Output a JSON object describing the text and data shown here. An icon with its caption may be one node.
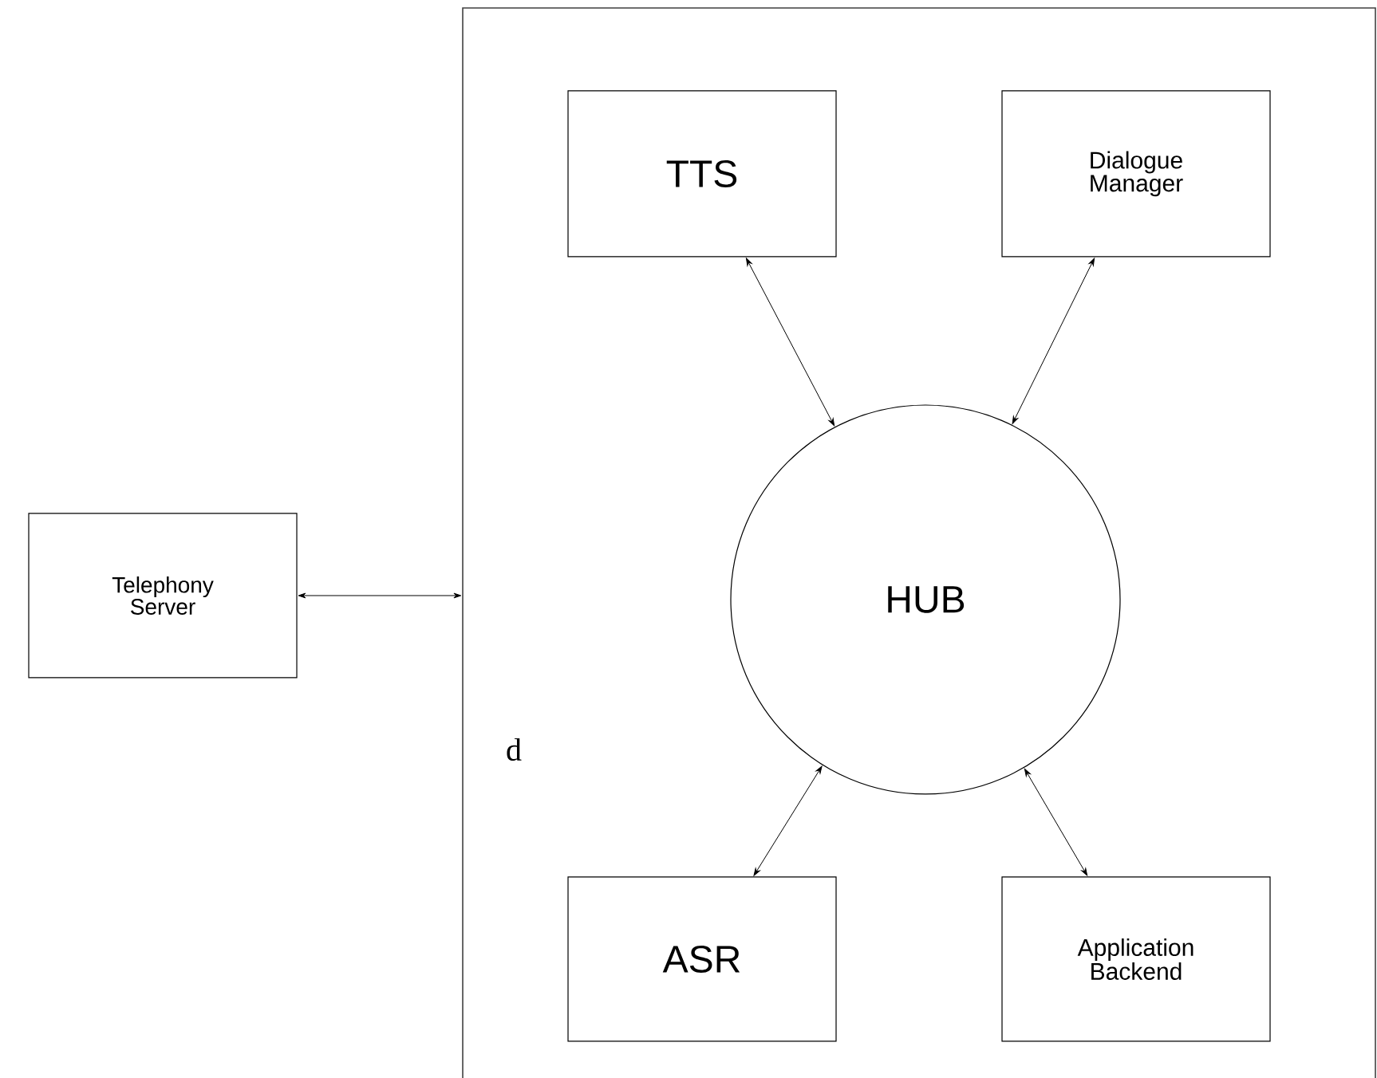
{
  "diagram": {
    "nodes": [
      {
        "text": [],
        "shape": "box"
      },
      {
        "text": [
          "TTS"
        ],
        "in": 0
      },
      {
        "text": [
          "Dialogue Manager"
        ],
        "in": 0
      },
      {
        "text": [
          "Telephony Server"
        ]
      },
      {
        "text": [
          "HUB"
        ],
        "in": 0
      },
      {
        "text": [
          "ASR"
        ],
        "in": 0
      },
      {
        "text": [
          "Application Backend"
        ],
        "in": 0
      }
    ],
    "edges": [
      {
        "from": 3,
        "to": 0,
        "arrow": "both"
      },
      {
        "from": 1,
        "to": 4,
        "arrow": "both"
      },
      {
        "from": 2,
        "to": 4,
        "arrow": "both"
      },
      {
        "from": 4,
        "to": 5,
        "arrow": "both"
      },
      {
        "from": 4,
        "to": 6,
        "arrow": "both"
      }
    ],
    "labels": [
      "d"
    ]
  }
}
